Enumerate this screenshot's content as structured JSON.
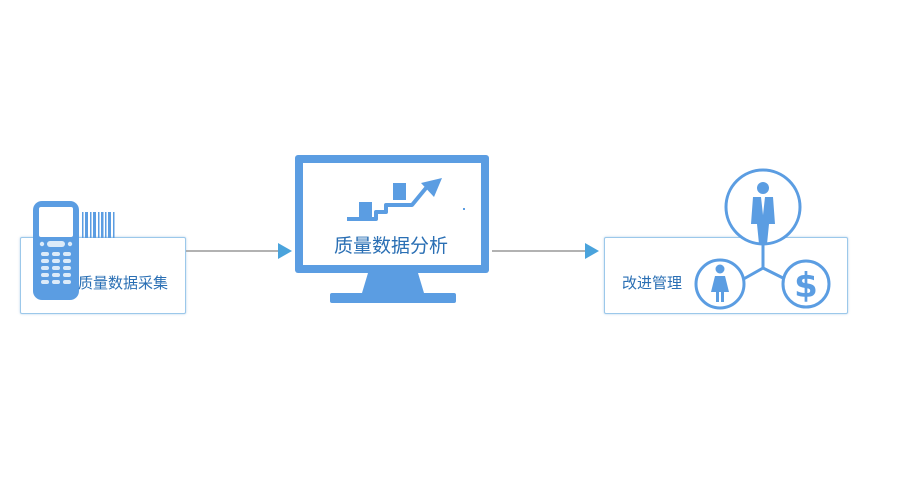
{
  "diagram": {
    "steps": [
      {
        "label": "质量数据采集",
        "icon": "handheld-scanner-icon"
      },
      {
        "label": "质量数据分析",
        "icon": "monitor-chart-icon"
      },
      {
        "label": "改进管理",
        "icon": "people-cost-network-icon"
      }
    ],
    "sub_icons": [
      "barcode-icon",
      "businessman-icon",
      "woman-icon",
      "dollar-icon"
    ],
    "colors": {
      "primary": "#5b9de2",
      "box_border": "#9cc8ea",
      "text": "#2a6fb4",
      "connector": "#999999",
      "arrow_head": "#4aa3dc"
    }
  }
}
